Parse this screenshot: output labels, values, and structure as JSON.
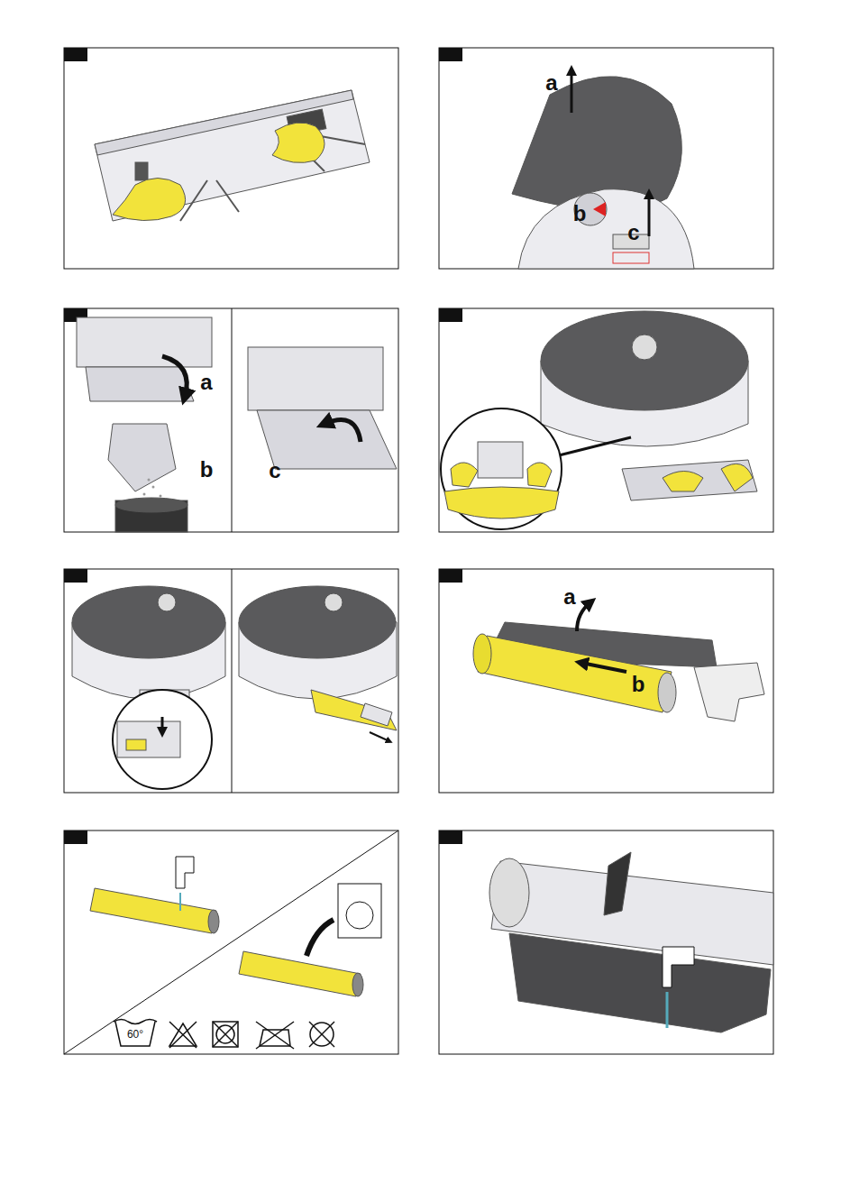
{
  "diagram": {
    "labels": [
      "a",
      "b",
      "c",
      "a",
      "b",
      "c",
      "a",
      "b",
      "60°"
    ]
  }
}
